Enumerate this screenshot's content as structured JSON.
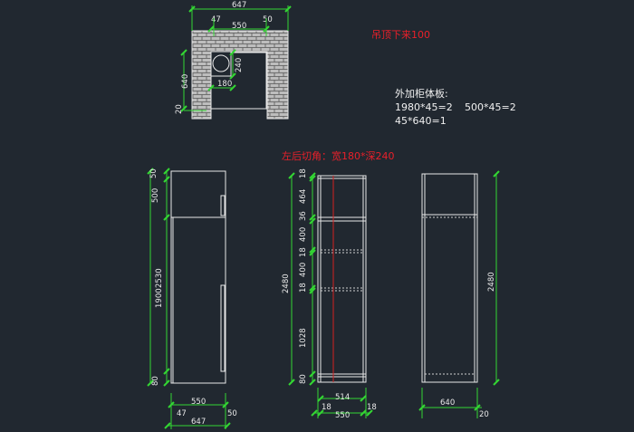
{
  "notes": {
    "ceiling": "吊顶下来100",
    "panels_title": "外加柜体板:",
    "panel_1": "1980*45=2",
    "panel_2": "500*45=2",
    "panel_3": "45*640=1",
    "corner_cut": "左后切角：宽180*深240"
  },
  "plan": {
    "total_width": "647",
    "left_gap": "47",
    "inner_width": "550",
    "right_gap": "50",
    "cut_depth": "240",
    "cut_width": "180",
    "depth": "640",
    "bottom_offset": "20"
  },
  "front_view": {
    "height": "2530",
    "top": "50",
    "upper": "500",
    "lower": "1900",
    "base": "80",
    "width": "550",
    "side_left": "47",
    "side_right": "50",
    "total_width": "647"
  },
  "section_view": {
    "height": "2480",
    "dims": [
      "18",
      "464",
      "36",
      "400",
      "18",
      "400",
      "18",
      "1028",
      "80"
    ],
    "inner_width": "514",
    "side_left": "18",
    "width": "550",
    "side_right": "18"
  },
  "side_view": {
    "height": "2480",
    "depth": "640",
    "offset": "20"
  }
}
